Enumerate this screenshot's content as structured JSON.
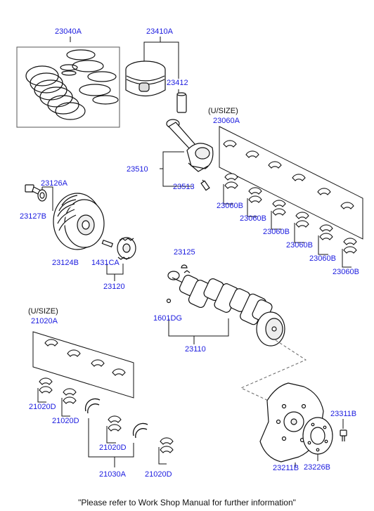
{
  "labels": {
    "l23040A": "23040A",
    "l23410A": "23410A",
    "l23412": "23412",
    "usize_top": "(U/SIZE)",
    "l23060A": "23060A",
    "l23510": "23510",
    "l23513": "23513",
    "l23126A": "23126A",
    "l23127B": "23127B",
    "l23124B": "23124B",
    "l1431CA": "1431CA",
    "l23120": "23120",
    "l23060B_1": "23060B",
    "l23060B_2": "23060B",
    "l23060B_3": "23060B",
    "l23060B_4": "23060B",
    "l23060B_5": "23060B",
    "l23060B_6": "23060B",
    "l23125": "23125",
    "l1601DG": "1601DG",
    "l23110": "23110",
    "usize_bottom": "(U/SIZE)",
    "l21020A": "21020A",
    "l21020D_1": "21020D",
    "l21020D_2": "21020D",
    "l21020D_3": "21020D",
    "l21020D_4": "21020D",
    "l21030A": "21030A",
    "l23311B": "23311B",
    "l23211B": "23211B",
    "l23226B": "23226B"
  },
  "footer": "\"Please refer to Work Shop Manual for further information\"",
  "colors": {
    "label": "#1a1adf",
    "line": "#111111",
    "background": "#ffffff"
  }
}
